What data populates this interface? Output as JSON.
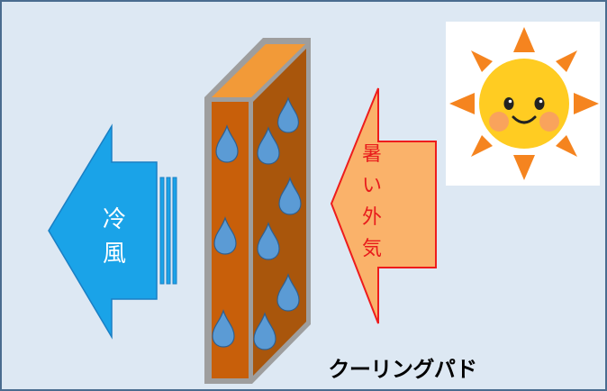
{
  "labels": {
    "cool_air": [
      "冷",
      "風"
    ],
    "hot_air": [
      "暑",
      "い",
      "外",
      "気"
    ],
    "pad": "クーリングパド"
  },
  "colors": {
    "background": "#dde8f3",
    "border": "#4a6c8f",
    "cool_arrow": "#1aa3e8",
    "hot_arrow_fill": "#fab26a",
    "hot_arrow_stroke": "#ee1c1c",
    "pad_front": "#c85f0a",
    "pad_side": "#a9560c",
    "pad_top": "#f29a38",
    "pad_frame": "#9e9e9e",
    "drop": "#5b9bd5",
    "sun_body": "#ffcc22",
    "sun_rays": "#f5841f"
  },
  "icons": {
    "sun": "smiling-sun-icon",
    "drop": "water-drop-icon"
  }
}
